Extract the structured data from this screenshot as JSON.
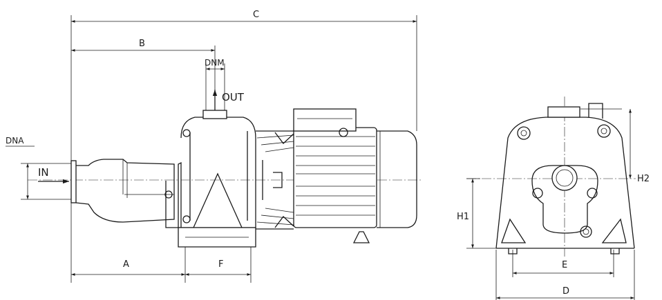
{
  "dimension_labels": {
    "C": "C",
    "B": "B",
    "DNM": "DNM",
    "OUT": "OUT",
    "DNA": "DNA",
    "IN": "IN",
    "A": "A",
    "F": "F",
    "H1": "H1",
    "H2": "H2",
    "E": "E",
    "D": "D"
  },
  "colors": {
    "line": "#1a1a1a",
    "background": "#ffffff"
  }
}
